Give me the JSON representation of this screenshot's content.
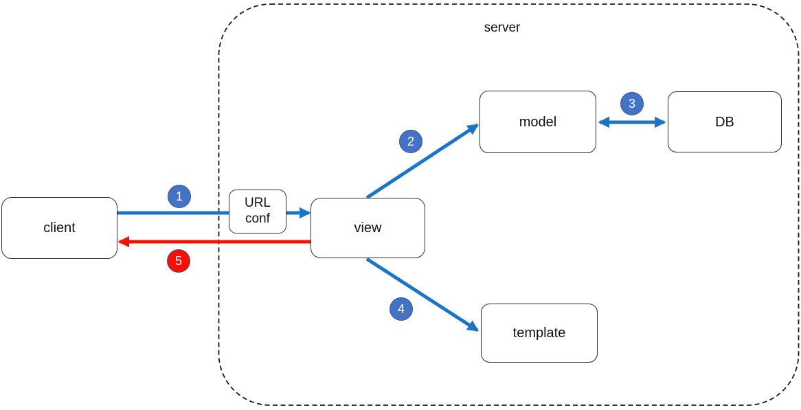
{
  "diagram": {
    "type": "architecture-flow",
    "server_region": {
      "label": "server"
    },
    "nodes": {
      "client": {
        "label": "client"
      },
      "url_conf": {
        "label": "URL conf"
      },
      "view": {
        "label": "view"
      },
      "model": {
        "label": "model"
      },
      "db": {
        "label": "DB"
      },
      "template": {
        "label": "template"
      }
    },
    "badges": {
      "step1": {
        "number": "1",
        "color": "blue"
      },
      "step2": {
        "number": "2",
        "color": "blue"
      },
      "step3": {
        "number": "3",
        "color": "blue"
      },
      "step4": {
        "number": "4",
        "color": "blue"
      },
      "step5": {
        "number": "5",
        "color": "red"
      }
    },
    "flow": [
      {
        "step": "1",
        "from": "client",
        "via": "URL conf",
        "to": "view",
        "color": "blue",
        "bidirectional": false
      },
      {
        "step": "2",
        "from": "view",
        "to": "model",
        "color": "blue",
        "bidirectional": false
      },
      {
        "step": "3",
        "from": "model",
        "to": "DB",
        "color": "blue",
        "bidirectional": true
      },
      {
        "step": "4",
        "from": "view",
        "to": "template",
        "color": "blue",
        "bidirectional": false
      },
      {
        "step": "5",
        "from": "view",
        "to": "client",
        "color": "red",
        "bidirectional": false
      }
    ],
    "colors": {
      "arrow_blue": "#1b74c5",
      "arrow_red": "#fb0f00",
      "badge_blue_fill": "#4472c4",
      "badge_red_fill": "#fb0f00",
      "badge_border": "#2f528f",
      "box_border": "#2b2b2b",
      "dashed_border": "#1a1a1a"
    }
  }
}
